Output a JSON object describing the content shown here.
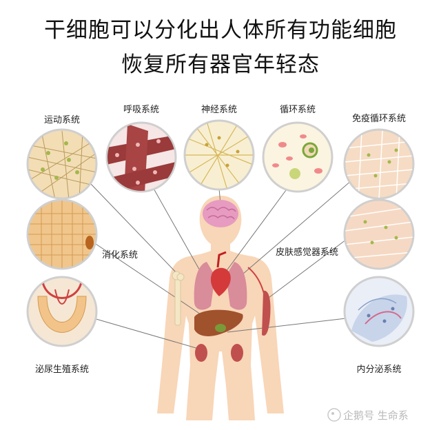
{
  "title_line1": "干细胞可以分化出人体所有功能细胞",
  "title_line2": "恢复所有器官年轻态",
  "systems": {
    "locomotor": "运动系统",
    "respiratory": "呼吸系统",
    "nervous": "神经系统",
    "circulatory": "循环系统",
    "immune": "免疫循环系统",
    "digestive": "消化系统",
    "skin": "皮肤感觉器系统",
    "urinary": "泌尿生殖系统",
    "endocrine": "内分泌系统"
  },
  "watermark": "企鹅号 生命系",
  "colors": {
    "body": "#f8d6b8",
    "lung": "#d98c9a",
    "heart": "#d43a3a",
    "liver": "#a0522d",
    "brain": "#e79bc0",
    "line": "#777777"
  }
}
